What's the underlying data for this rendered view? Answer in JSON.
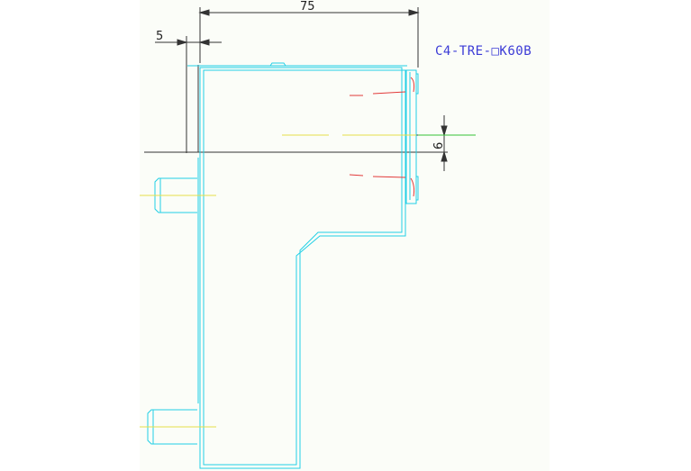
{
  "drawing": {
    "part_label": "C4-TRE-□K60B",
    "dimensions": {
      "overall_width": "75",
      "wall_offset": "5",
      "vertical_offset": "6"
    },
    "colors": {
      "background": "#fbfdf8",
      "outline": "#22d0e6",
      "dimension": "#333333",
      "centerline_yellow": "#e6e04a",
      "centerline_green": "#36c436",
      "hidden_red": "#e23a3a",
      "label_blue": "#3b3bd6"
    }
  }
}
